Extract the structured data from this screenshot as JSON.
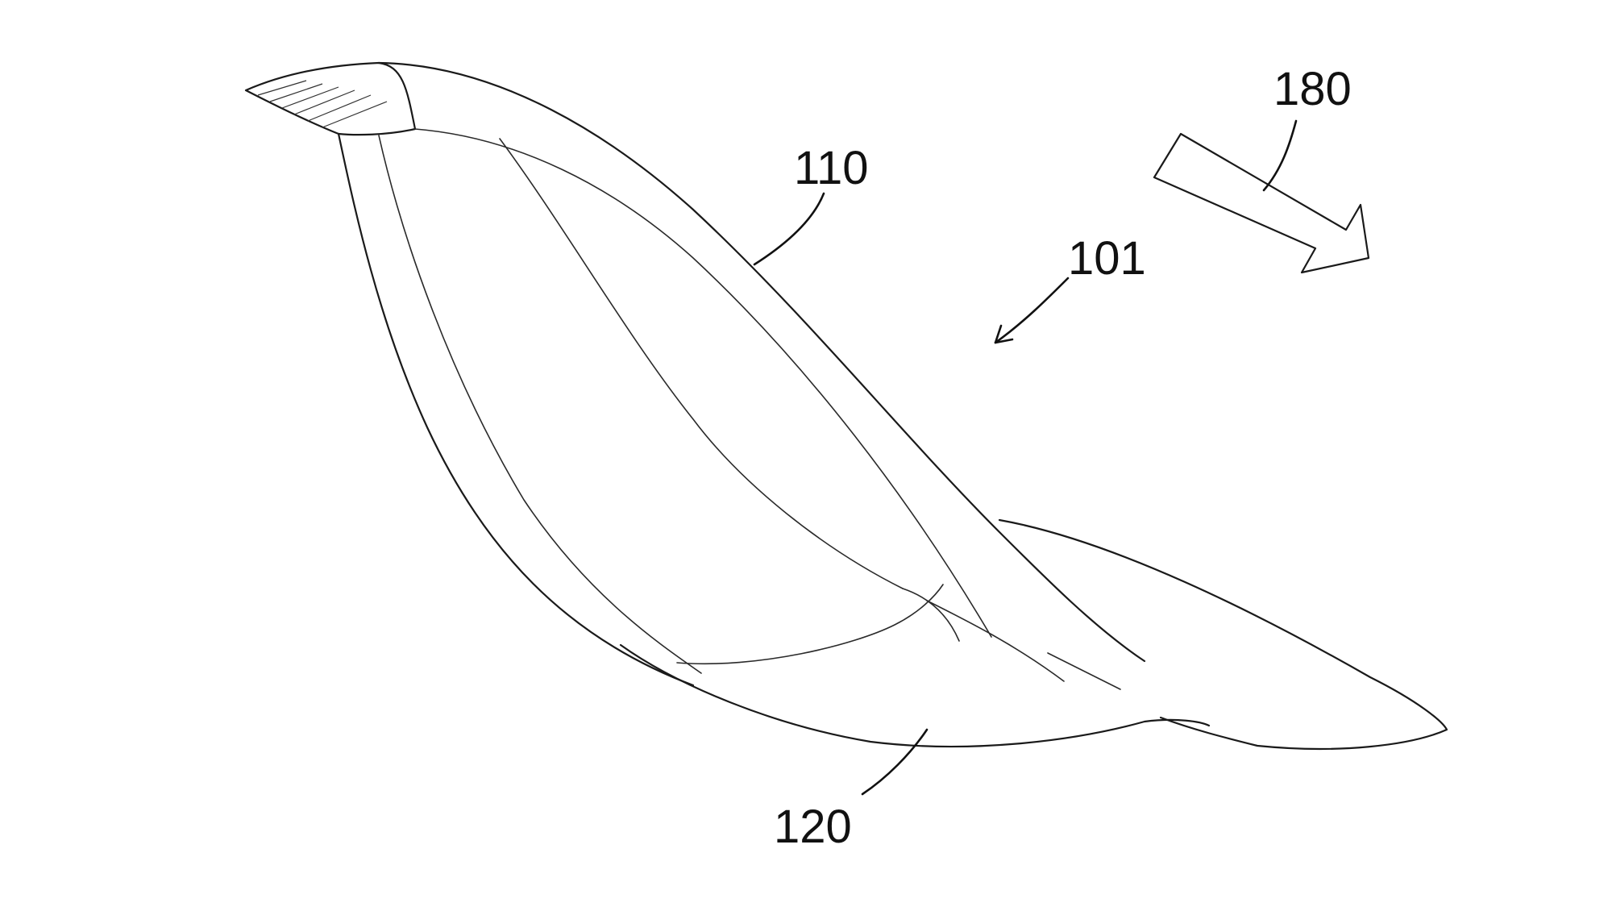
{
  "figure": {
    "labels": {
      "fin": "110",
      "assembly": "101",
      "base": "120",
      "flow_direction": "180"
    },
    "colors": {
      "background": "#ffffff",
      "line": "#1a1a1a"
    }
  }
}
